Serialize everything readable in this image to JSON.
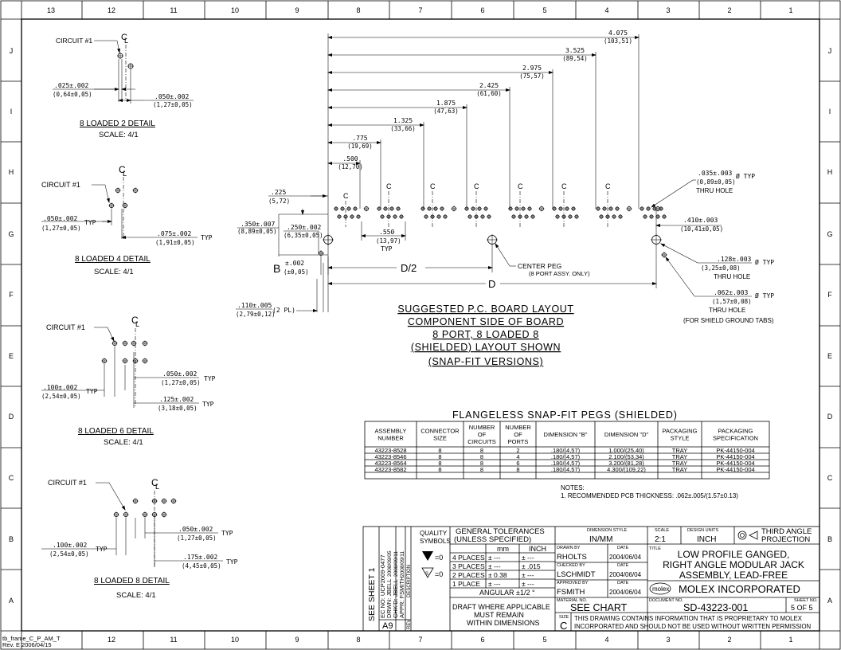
{
  "border": {
    "top_cols": [
      "13",
      "12",
      "11",
      "10",
      "9",
      "8",
      "7",
      "6",
      "5",
      "4",
      "3",
      "2",
      "1"
    ],
    "bottom_cols": [
      "12",
      "11",
      "10",
      "9",
      "8",
      "7",
      "6",
      "5",
      "4",
      "3",
      "2",
      "1"
    ],
    "rows": [
      "J",
      "I",
      "H",
      "G",
      "F",
      "E",
      "D",
      "C",
      "B",
      "A"
    ]
  },
  "footer_ref": {
    "line1": "tb_frame_C_P_AM_T",
    "line2": "Rev. E 2006/04/15"
  },
  "details": [
    {
      "title": "8 LOADED 2 DETAIL",
      "scale": "SCALE: 4/1",
      "circuit": "CIRCUIT #1",
      "cl": "C̲L",
      "dims": [
        "̲.̲025̲±̲.̲002",
        "(0,64±0,05)",
        ".050±.002",
        "(1,27±0,05)"
      ]
    },
    {
      "title": "8 LOADED 4 DETAIL",
      "scale": "SCALE: 4/1",
      "circuit": "CIRCUIT #1",
      "cl": "C̲L",
      "dims": [
        ".050±.002",
        "(1,27±0,05)",
        "TYP",
        ".075±.002",
        "(1,91±0,05)",
        "TYP"
      ]
    },
    {
      "title": "8 LOADED 6 DETAIL",
      "scale": "SCALE: 4/1",
      "circuit": "CIRCUIT #1",
      "cl": "C̲L",
      "dims": [
        ".100±.002",
        "(2,54±0,05)",
        "TYP",
        ".050±.002",
        "(1,27±0,05)",
        "TYP",
        ".125±.002",
        "(3,18±0,05)",
        "TYP"
      ]
    },
    {
      "title": "8 LOADED 8 DETAIL",
      "scale": "SCALE: 4/1",
      "circuit": "CIRCUIT #1",
      "cl": "C̲L",
      "dims": [
        ".100±.002",
        "(2,54±0,05)",
        "TYP",
        ".050±.002",
        "(1,27±0,05)",
        "TYP",
        ".175±.002",
        "(4,45±0,05)",
        "TYP"
      ]
    }
  ],
  "layout": {
    "top_dims": [
      {
        "in": "4.075",
        "mm": "(103,51)"
      },
      {
        "in": "3.525",
        "mm": "(89,54)"
      },
      {
        "in": "2.975",
        "mm": "(75,57)"
      },
      {
        "in": "2.425",
        "mm": "(61,60)"
      },
      {
        "in": "1.875",
        "mm": "(47,63)"
      },
      {
        "in": "1.325",
        "mm": "(33,66)"
      },
      {
        "in": ".775",
        "mm": "(19,69)"
      },
      {
        "in": ".500",
        "mm": "(12,70)"
      },
      {
        "in": ".225",
        "mm": "(5,72)"
      }
    ],
    "left_dims": [
      {
        "in": ".350±.007",
        "mm": "(8,89±0,05)"
      },
      {
        "in": ".250±.002",
        "mm": "(6,35±0,05)"
      },
      {
        "in": ".550",
        "mm": "(13,97)",
        "note": "TYP"
      },
      {
        "in": ".110±.005",
        "mm": "(2,79±0,12)",
        "note": "(2 PL)"
      }
    ],
    "b_label": "B",
    "b_dim": {
      "in": "±.002",
      "mm": "(±0,05)"
    },
    "d2": "D/2",
    "d": "D",
    "right_notes": [
      {
        "in": ".035±.003",
        "mm": "(0,89±0,05)",
        "sym": "Ø TYP",
        "txt": "THRU HOLE"
      },
      {
        "in": ".410±.003",
        "mm": "(10,41±0,05)"
      },
      {
        "in": ".128±.003",
        "mm": "(3,25±0,08)",
        "sym": "Ø TYP",
        "txt": "THRU HOLE"
      },
      {
        "in": ".062±.003",
        "mm": "(1,57±0,08)",
        "sym": "Ø TYP",
        "txt": "THRU HOLE",
        "txt2": "(FOR SHIELD GROUND TABS)"
      }
    ],
    "center_peg": "CENTER PEG",
    "center_peg2": "(8 PORT ASSY. ONLY)",
    "caption": [
      "SUGGESTED P.C. BOARD LAYOUT",
      "COMPONENT SIDE OF BOARD",
      "8 PORT, 8 LOADED 8",
      "(SHIELDED) LAYOUT SHOWN",
      "(SNAP-FIT VERSIONS)"
    ]
  },
  "table": {
    "title": "FLANGELESS SNAP-FIT PEGS (SHIELDED)",
    "headers": [
      "ASSEMBLY NUMBER",
      "CONNECTOR SIZE",
      "NUMBER OF CIRCUITS",
      "NUMBER OF PORTS",
      "DIMENSION \"B\"",
      "DIMENSION \"D\"",
      "PACKAGING STYLE",
      "PACKAGING SPECIFICATION"
    ],
    "rows": [
      [
        "43223-8528",
        "8",
        "8",
        "2",
        ".180/(4,57)",
        "1.000/(25,40)",
        "TRAY",
        "PK-44150-004"
      ],
      [
        "43223-8546",
        "8",
        "8",
        "4",
        ".180/(4,57)",
        "2.100/(53,34)",
        "TRAY",
        "PK-44150-004"
      ],
      [
        "43223-8564",
        "8",
        "8",
        "6",
        ".180/(4,57)",
        "3.200/(81,28)",
        "TRAY",
        "PK-44150-004"
      ],
      [
        "43223-8582",
        "8",
        "8",
        "8",
        ".180/(4,57)",
        "4.300/(109,22)",
        "TRAY",
        "PK-44150-004"
      ]
    ],
    "notes": [
      "NOTES:",
      "1. RECOMMENDED PCB THICKNESS: .062±.005/(1.57±0.13)"
    ]
  },
  "titleblock": {
    "rev_block": [
      "SEE SHEET 1",
      "EC NO: UCP2009-0477",
      "DRWN: JBELL",
      "CHK'D: JBELL",
      "APPR: FSMITH"
    ],
    "rev_dates": [
      "2008/09/05",
      "2008/09/11",
      "2008/09/11"
    ],
    "rev_letter": "A9",
    "rev_label": "REV",
    "desc_label": "DESCRIPTION",
    "quality": "QUALITY SYMBOLS",
    "tol_title": "GENERAL TOLERANCES",
    "tol_sub": "(UNLESS SPECIFIED)",
    "tol_mm": "mm",
    "tol_inch": "INCH",
    "tol_rows": [
      [
        "4 PLACES",
        "±  ---",
        "±  ---"
      ],
      [
        "3 PLACES",
        "±  ---",
        "± .015"
      ],
      [
        "2 PLACES",
        "± 0.38",
        "±  ---"
      ],
      [
        "1 PLACE",
        "±  ---",
        "±  ---"
      ]
    ],
    "angular": "ANGULAR ±1/2 °",
    "draft": [
      "DRAFT WHERE APPLICABLE",
      "MUST REMAIN",
      "WITHIN DIMENSIONS"
    ],
    "dim_style_label": "DIMENSION STYLE",
    "dim_style": "IN/MM",
    "scale_label": "SCALE",
    "scale": "2:1",
    "units_label": "DESIGN UNITS",
    "units": "INCH",
    "projection": [
      "THIRD ANGLE",
      "PROJECTION"
    ],
    "drawn_label": "DRAWN BY",
    "drawn": "RHOLTS",
    "drawn_date": "2004/06/04",
    "checked_label": "CHECKED BY",
    "checked": "LSCHMIDT",
    "checked_date": "2004/06/04",
    "approved_label": "APPROVED BY",
    "approved": "FSMITH",
    "approved_date": "2004/06/04",
    "date_label": "DATE",
    "title_label": "TITLE",
    "title": [
      "LOW PROFILE GANGED,",
      "RIGHT ANGLE MODULAR JACK",
      "ASSEMBLY, LEAD-FREE"
    ],
    "company": "MOLEX INCORPORATED",
    "logo": "molex",
    "material_label": "MATERIAL NO.",
    "material": "SEE CHART",
    "doc_label": "DOCUMENT NO.",
    "doc": "SD-43223-001",
    "sheet_label": "SHEET NO.",
    "sheet": "5 OF 5",
    "size_label": "SIZE",
    "size": "C",
    "proprietary": [
      "THIS DRAWING CONTAINS INFORMATION THAT IS PROPRIETARY TO MOLEX",
      "INCORPORATED AND SHOULD NOT BE USED WITHOUT WRITTEN PERMISSION"
    ],
    "quality_syms": [
      "=0",
      "=0"
    ]
  }
}
